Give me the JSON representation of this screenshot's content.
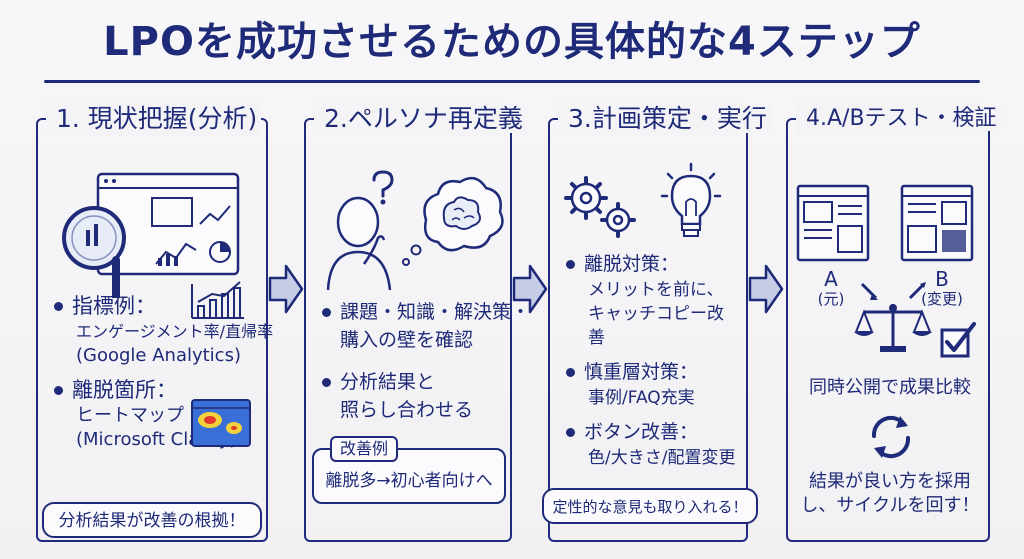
{
  "title": "LPOを成功させるための具体的な4ステップ",
  "steps": [
    {
      "heading": "1. 現状把握(分析)",
      "items": [
        {
          "head": "指標例：",
          "lines": [
            "エンゲージメント率/直帰率",
            "(Google Analytics)"
          ]
        },
        {
          "head": "離脱箇所：",
          "lines": [
            "ヒートマップ",
            "(Microsoft Clarity)"
          ]
        }
      ],
      "footer": "分析結果が改善の根拠！"
    },
    {
      "heading": "2.ペルソナ再定義",
      "items": [
        {
          "head": "課題・知識・解決策・",
          "lines": [
            "購入の壁を確認"
          ]
        },
        {
          "head": "分析結果と",
          "lines": [
            "照らし合わせる"
          ]
        }
      ],
      "example_label": "改善例",
      "example_text": "離脱多→初心者向けへ"
    },
    {
      "heading": "3.計画策定・実行",
      "items": [
        {
          "head": "離脱対策：",
          "lines": [
            "メリットを前に、",
            "キャッチコピー改善"
          ]
        },
        {
          "head": "慎重層対策：",
          "lines": [
            "事例/FAQ充実"
          ]
        },
        {
          "head": "ボタン改善：",
          "lines": [
            "色/大きさ/配置変更"
          ]
        }
      ],
      "footer": "定性的な意見も取り入れる！"
    },
    {
      "heading": "4.A/Bテスト・検証",
      "label_a": "A",
      "label_a_sub": "(元)",
      "label_b": "B",
      "label_b_sub": "(変更)",
      "compare_text": "同時公開で成果比較",
      "result_lines": [
        "結果が良い方を採用",
        "し、サイクルを回す！"
      ]
    }
  ],
  "colors": {
    "ink": "#1f2a78",
    "board": "#f4f4f6",
    "heat_red": "#e23b2e",
    "heat_yellow": "#f2d23a",
    "heat_blue": "#3a6fd8"
  },
  "icons": [
    "magnifier-icon",
    "dashboard-icon",
    "bar-chart-icon",
    "heatmap-icon",
    "thinking-person-icon",
    "question-mark-icon",
    "brain-thought-icon",
    "gears-icon",
    "light-bulb-icon",
    "wireframe-a-icon",
    "wireframe-b-icon",
    "balance-scale-icon",
    "checkbox-icon",
    "refresh-cycle-icon",
    "arrow-right-icon"
  ]
}
